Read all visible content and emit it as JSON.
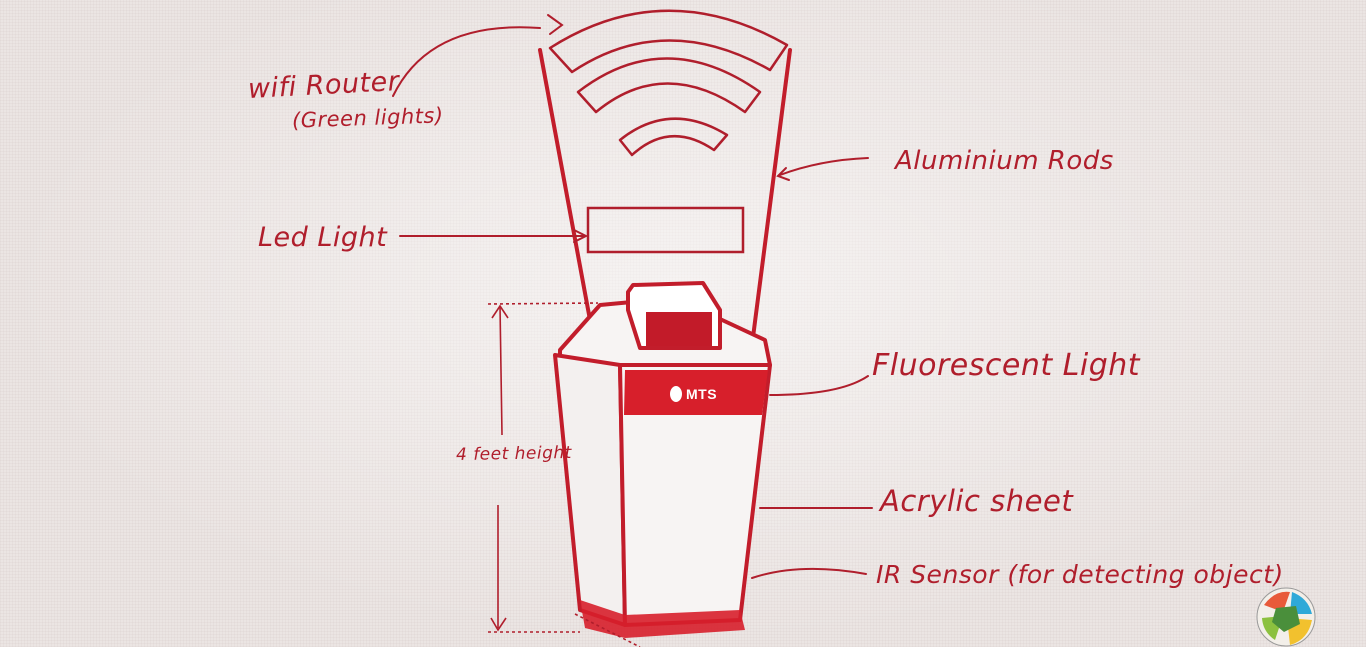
{
  "labels": {
    "wifi_router": "wifi Router",
    "green_lights": "(Green lights)",
    "aluminium_rods": "Aluminium Rods",
    "led_light": "Led Light",
    "fluorescent_light": "Fluorescent Light",
    "height": "4 feet height",
    "acrylic_sheet": "Acrylic sheet",
    "ir_sensor": "IR Sensor (for detecting object)"
  },
  "brand": {
    "text": "MTS",
    "color": "#d71f2b"
  },
  "colors": {
    "ink": "#b01e2c",
    "accent": "#d71f2b"
  }
}
